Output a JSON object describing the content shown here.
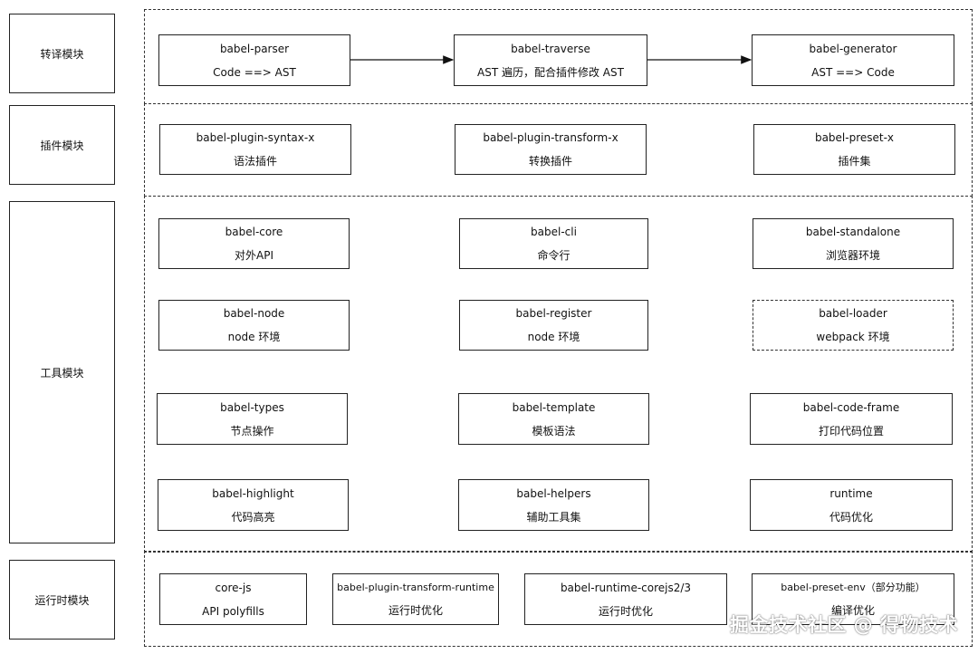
{
  "rows": [
    {
      "label": "转译模块"
    },
    {
      "label": "插件模块"
    },
    {
      "label": "工具模块"
    },
    {
      "label": "运行时模块"
    }
  ],
  "translate": [
    {
      "title": "babel-parser",
      "desc": "Code ==> AST"
    },
    {
      "title": "babel-traverse",
      "desc": "AST 遍历，配合插件修改 AST"
    },
    {
      "title": "babel-generator",
      "desc": "AST ==> Code"
    }
  ],
  "plugin": [
    {
      "title": "babel-plugin-syntax-x",
      "desc": "语法插件"
    },
    {
      "title": "babel-plugin-transform-x",
      "desc": "转换插件"
    },
    {
      "title": "babel-preset-x",
      "desc": "插件集"
    }
  ],
  "tools": [
    {
      "title": "babel-core",
      "desc": "对外API"
    },
    {
      "title": "babel-cli",
      "desc": "命令行"
    },
    {
      "title": "babel-standalone",
      "desc": "浏览器环境"
    },
    {
      "title": "babel-node",
      "desc": "node 环境"
    },
    {
      "title": "babel-register",
      "desc": "node 环境"
    },
    {
      "title": "babel-loader",
      "desc": "webpack 环境"
    },
    {
      "title": "babel-types",
      "desc": "节点操作"
    },
    {
      "title": "babel-template",
      "desc": "模板语法"
    },
    {
      "title": "babel-code-frame",
      "desc": "打印代码位置"
    },
    {
      "title": "babel-highlight",
      "desc": "代码高亮"
    },
    {
      "title": "babel-helpers",
      "desc": "辅助工具集"
    },
    {
      "title": "runtime",
      "desc": "代码优化"
    }
  ],
  "runtime": [
    {
      "title": "core-js",
      "desc": "API polyfills"
    },
    {
      "title": "babel-plugin-transform-runtime",
      "desc": "运行时优化"
    },
    {
      "title": "babel-runtime-corejs2/3",
      "desc": "运行时优化"
    },
    {
      "title": "babel-preset-env（部分功能）",
      "desc": "编译优化"
    }
  ],
  "watermark": "掘金技术社区 @ 得物技术"
}
